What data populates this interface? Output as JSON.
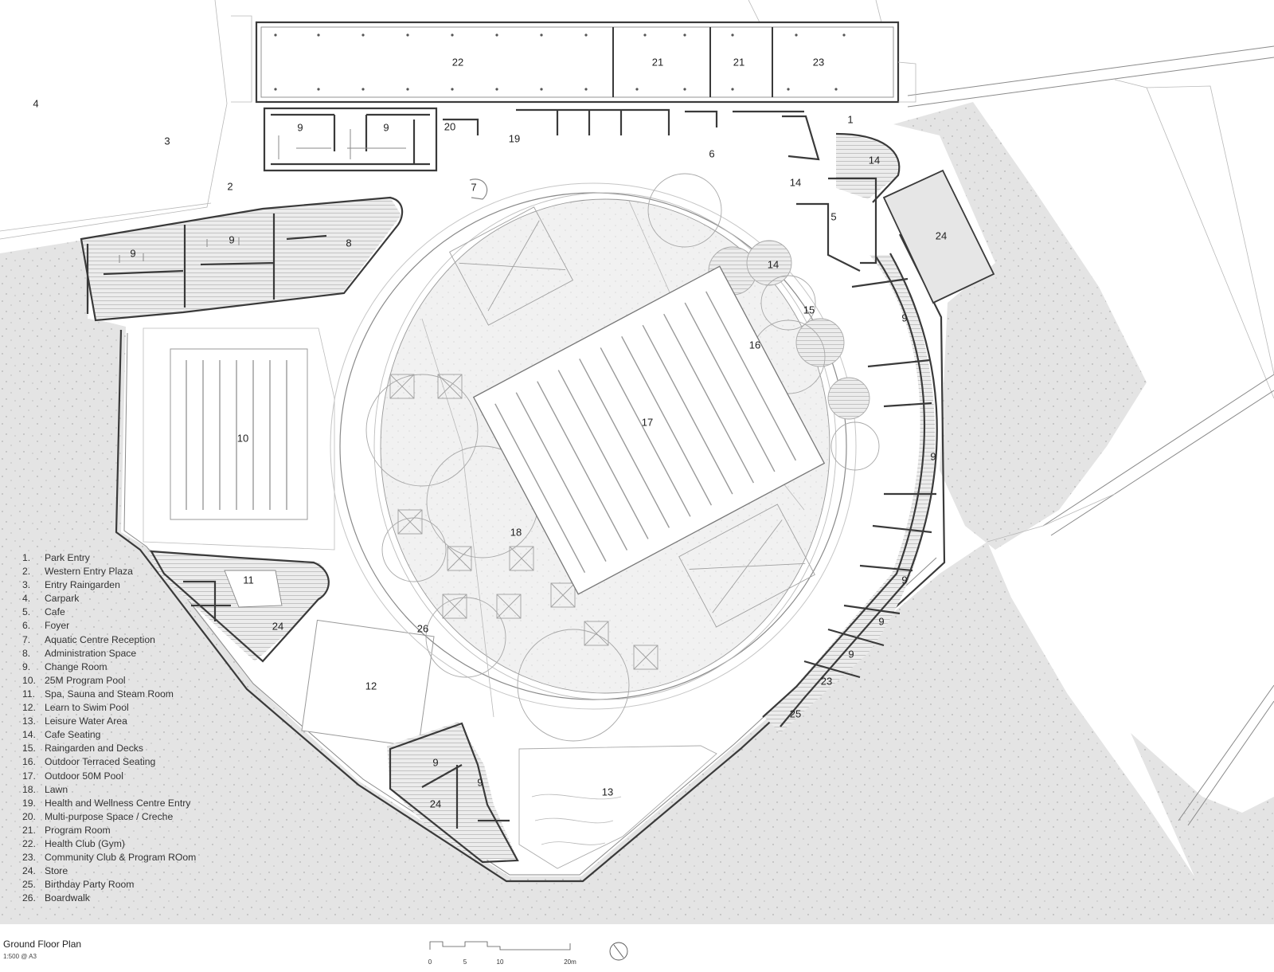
{
  "plan": {
    "title": "Ground Floor Plan",
    "scale": "1:500 @ A3",
    "scale_bar_ticks": [
      "0",
      "5",
      "10",
      "20m"
    ],
    "room_labels": {
      "r1": "1",
      "r2": "2",
      "r3": "3",
      "r4": "4",
      "r5": "5",
      "r6": "6",
      "r7": "7",
      "r8": "8",
      "r9a": "9",
      "r9b": "9",
      "r9c": "9",
      "r9d": "9",
      "r9e": "9",
      "r9f": "9",
      "r9g": "9",
      "r9h": "9",
      "r9i": "9",
      "r9j": "9",
      "r9k": "9",
      "r10": "10",
      "r11": "11",
      "r12": "12",
      "r13": "13",
      "r14a": "14",
      "r14b": "14",
      "r14c": "14",
      "r15": "15",
      "r16": "16",
      "r17": "17",
      "r18": "18",
      "r19": "19",
      "r20": "20",
      "r21a": "21",
      "r21b": "21",
      "r22": "22",
      "r23a": "23",
      "r23b": "23",
      "r24a": "24",
      "r24b": "24",
      "r24c": "24",
      "r25": "25",
      "r26": "26"
    }
  },
  "legend": [
    {
      "num": "1.",
      "label": "Park Entry"
    },
    {
      "num": "2.",
      "label": "Western Entry Plaza"
    },
    {
      "num": "3.",
      "label": "Entry Raingarden"
    },
    {
      "num": "4.",
      "label": "Carpark"
    },
    {
      "num": "5.",
      "label": "Cafe"
    },
    {
      "num": "6.",
      "label": "Foyer"
    },
    {
      "num": "7.",
      "label": "Aquatic Centre Reception"
    },
    {
      "num": "8.",
      "label": "Administration Space"
    },
    {
      "num": "9.",
      "label": "Change Room"
    },
    {
      "num": "10.",
      "label": "25M Program Pool"
    },
    {
      "num": "11.",
      "label": "Spa, Sauna and Steam Room"
    },
    {
      "num": "12.",
      "label": "Learn to Swim Pool"
    },
    {
      "num": "13.",
      "label": "Leisure Water Area"
    },
    {
      "num": "14.",
      "label": "Cafe Seating"
    },
    {
      "num": "15.",
      "label": "Raingarden and Decks"
    },
    {
      "num": "16.",
      "label": "Outdoor Terraced Seating"
    },
    {
      "num": "17.",
      "label": "Outdoor 50M Pool"
    },
    {
      "num": "18.",
      "label": "Lawn"
    },
    {
      "num": "19.",
      "label": "Health and Wellness Centre Entry"
    },
    {
      "num": "20.",
      "label": "Multi-purpose Space / Creche"
    },
    {
      "num": "21.",
      "label": "Program Room"
    },
    {
      "num": "22.",
      "label": "Health Club (Gym)"
    },
    {
      "num": "23.",
      "label": "Community Club & Program ROom"
    },
    {
      "num": "24.",
      "label": "Store"
    },
    {
      "num": "25.",
      "label": "Birthday Party Room"
    },
    {
      "num": "26.",
      "label": "Boardwalk"
    }
  ]
}
